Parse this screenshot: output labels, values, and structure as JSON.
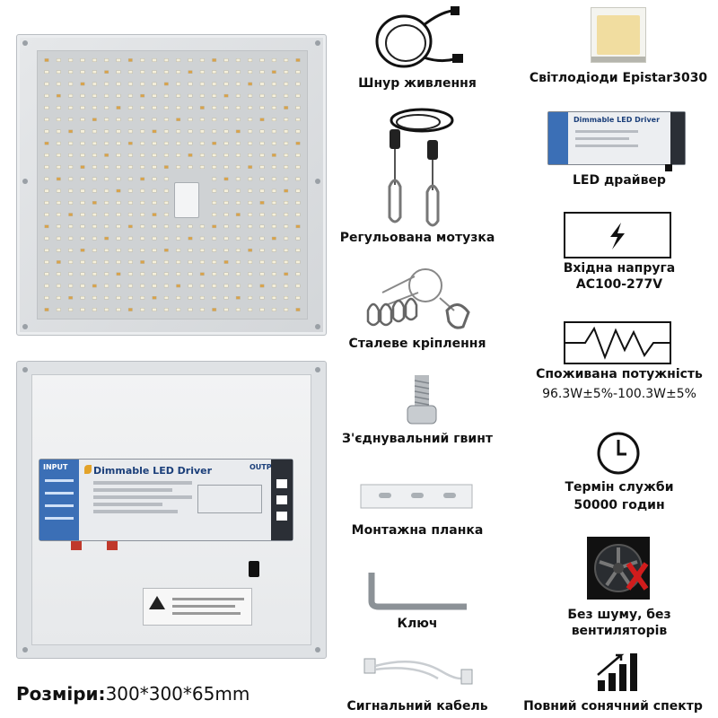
{
  "dimensions": {
    "label": "Розміри:",
    "value": "300*300*65mm"
  },
  "driver_label": {
    "title": "Dimmable LED Driver",
    "input": "INPUT",
    "output": "OUTPUT"
  },
  "accessories": [
    {
      "icon": "power-cord-icon",
      "label": "Шнур живлення"
    },
    {
      "icon": "rope-hanger-icon",
      "label": "Регульована мотузка"
    },
    {
      "icon": "steel-hanger-icon",
      "label": "Сталеве кріплення"
    },
    {
      "icon": "screw-icon",
      "label": "З'єднувальний гвинт"
    },
    {
      "icon": "mounting-plate-icon",
      "label": "Монтажна планка"
    },
    {
      "icon": "hex-key-icon",
      "label": "Ключ"
    },
    {
      "icon": "signal-cable-icon",
      "label": "Сигнальний кабель"
    }
  ],
  "features": [
    {
      "icon": "led-chip-icon",
      "label": "Світлодіоди Epistar3030"
    },
    {
      "icon": "led-driver-icon",
      "label": "LED драйвер"
    },
    {
      "icon": "lightning-icon",
      "label": "Вхідна напруга",
      "value": "AC100-277V"
    },
    {
      "icon": "power-wave-icon",
      "label": "Споживана потужність",
      "value": "96.3W±5%-100.3W±5%"
    },
    {
      "icon": "clock-icon",
      "label": "Термін служби",
      "value": "50000 годин"
    },
    {
      "icon": "no-fan-icon",
      "label": "Без шуму, без",
      "value": "вентиляторів"
    },
    {
      "icon": "signal-bars-icon",
      "label": "Повний сонячний спектр"
    }
  ],
  "colors": {
    "panel": "#d9dcdf",
    "driver_blue": "#3b6fb6",
    "fan_cross": "#d01c1c",
    "warm_led": "#d9a24a"
  }
}
